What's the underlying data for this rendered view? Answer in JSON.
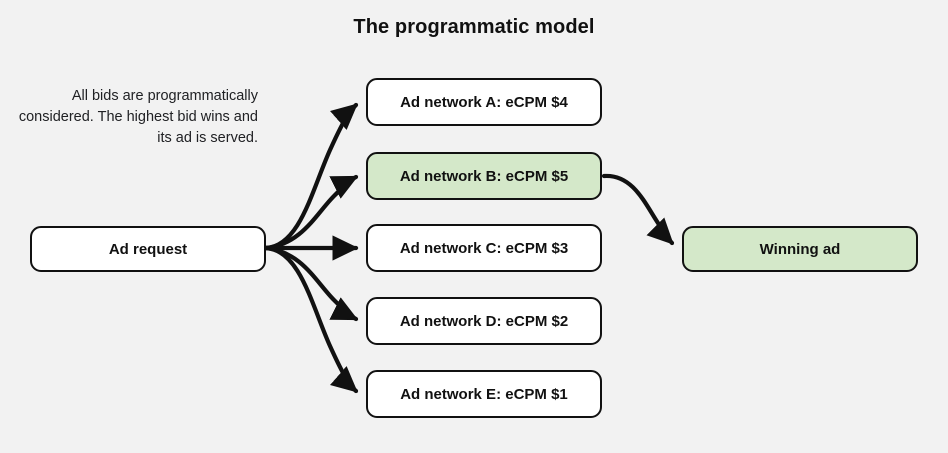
{
  "title": "The programmatic model",
  "caption": "All bids are programmatically considered. The highest bid wins and its ad is served.",
  "colors": {
    "background": "#f2f2f2",
    "node_fill": "#ffffff",
    "highlight_fill": "#d4e8c9",
    "stroke": "#111111",
    "text": "#111111"
  },
  "nodes": {
    "source": {
      "label": "Ad request"
    },
    "networks": [
      {
        "label": "Ad network A: eCPM $4",
        "highlighted": false
      },
      {
        "label": "Ad network B: eCPM $5",
        "highlighted": true
      },
      {
        "label": "Ad network C: eCPM $3",
        "highlighted": false
      },
      {
        "label": "Ad network D: eCPM $2",
        "highlighted": false
      },
      {
        "label": "Ad network E: eCPM $1",
        "highlighted": false
      }
    ],
    "result": {
      "label": "Winning ad"
    }
  },
  "edges": [
    {
      "from": "Ad request",
      "to": "Ad network A: eCPM $4"
    },
    {
      "from": "Ad request",
      "to": "Ad network B: eCPM $5"
    },
    {
      "from": "Ad request",
      "to": "Ad network C: eCPM $3"
    },
    {
      "from": "Ad request",
      "to": "Ad network D: eCPM $2"
    },
    {
      "from": "Ad request",
      "to": "Ad network E: eCPM $1"
    },
    {
      "from": "Ad network B: eCPM $5",
      "to": "Winning ad"
    }
  ]
}
